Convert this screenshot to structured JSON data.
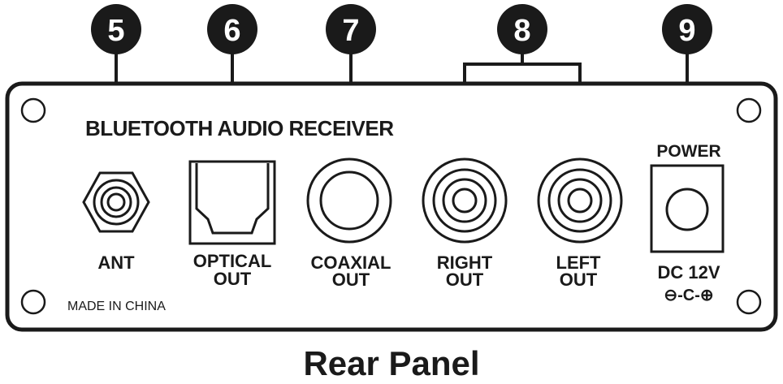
{
  "callouts": [
    "5",
    "6",
    "7",
    "8",
    "9"
  ],
  "panel": {
    "brand": "BLUETOOTH AUDIO RECEIVER",
    "origin": "MADE IN CHINA"
  },
  "ports": {
    "ant": "ANT",
    "optical": [
      "OPTICAL",
      "OUT"
    ],
    "coaxial": [
      "COAXIAL",
      "OUT"
    ],
    "right": [
      "RIGHT",
      "OUT"
    ],
    "left": [
      "LEFT",
      "OUT"
    ],
    "power_title": "POWER",
    "power_spec": "DC 12V",
    "polarity": "⊖-C-⊕"
  },
  "caption": "Rear Panel",
  "colors": {
    "ink": "#1a1a1a",
    "badge_fill": "#1a1a1a",
    "badge_text": "#ffffff"
  }
}
